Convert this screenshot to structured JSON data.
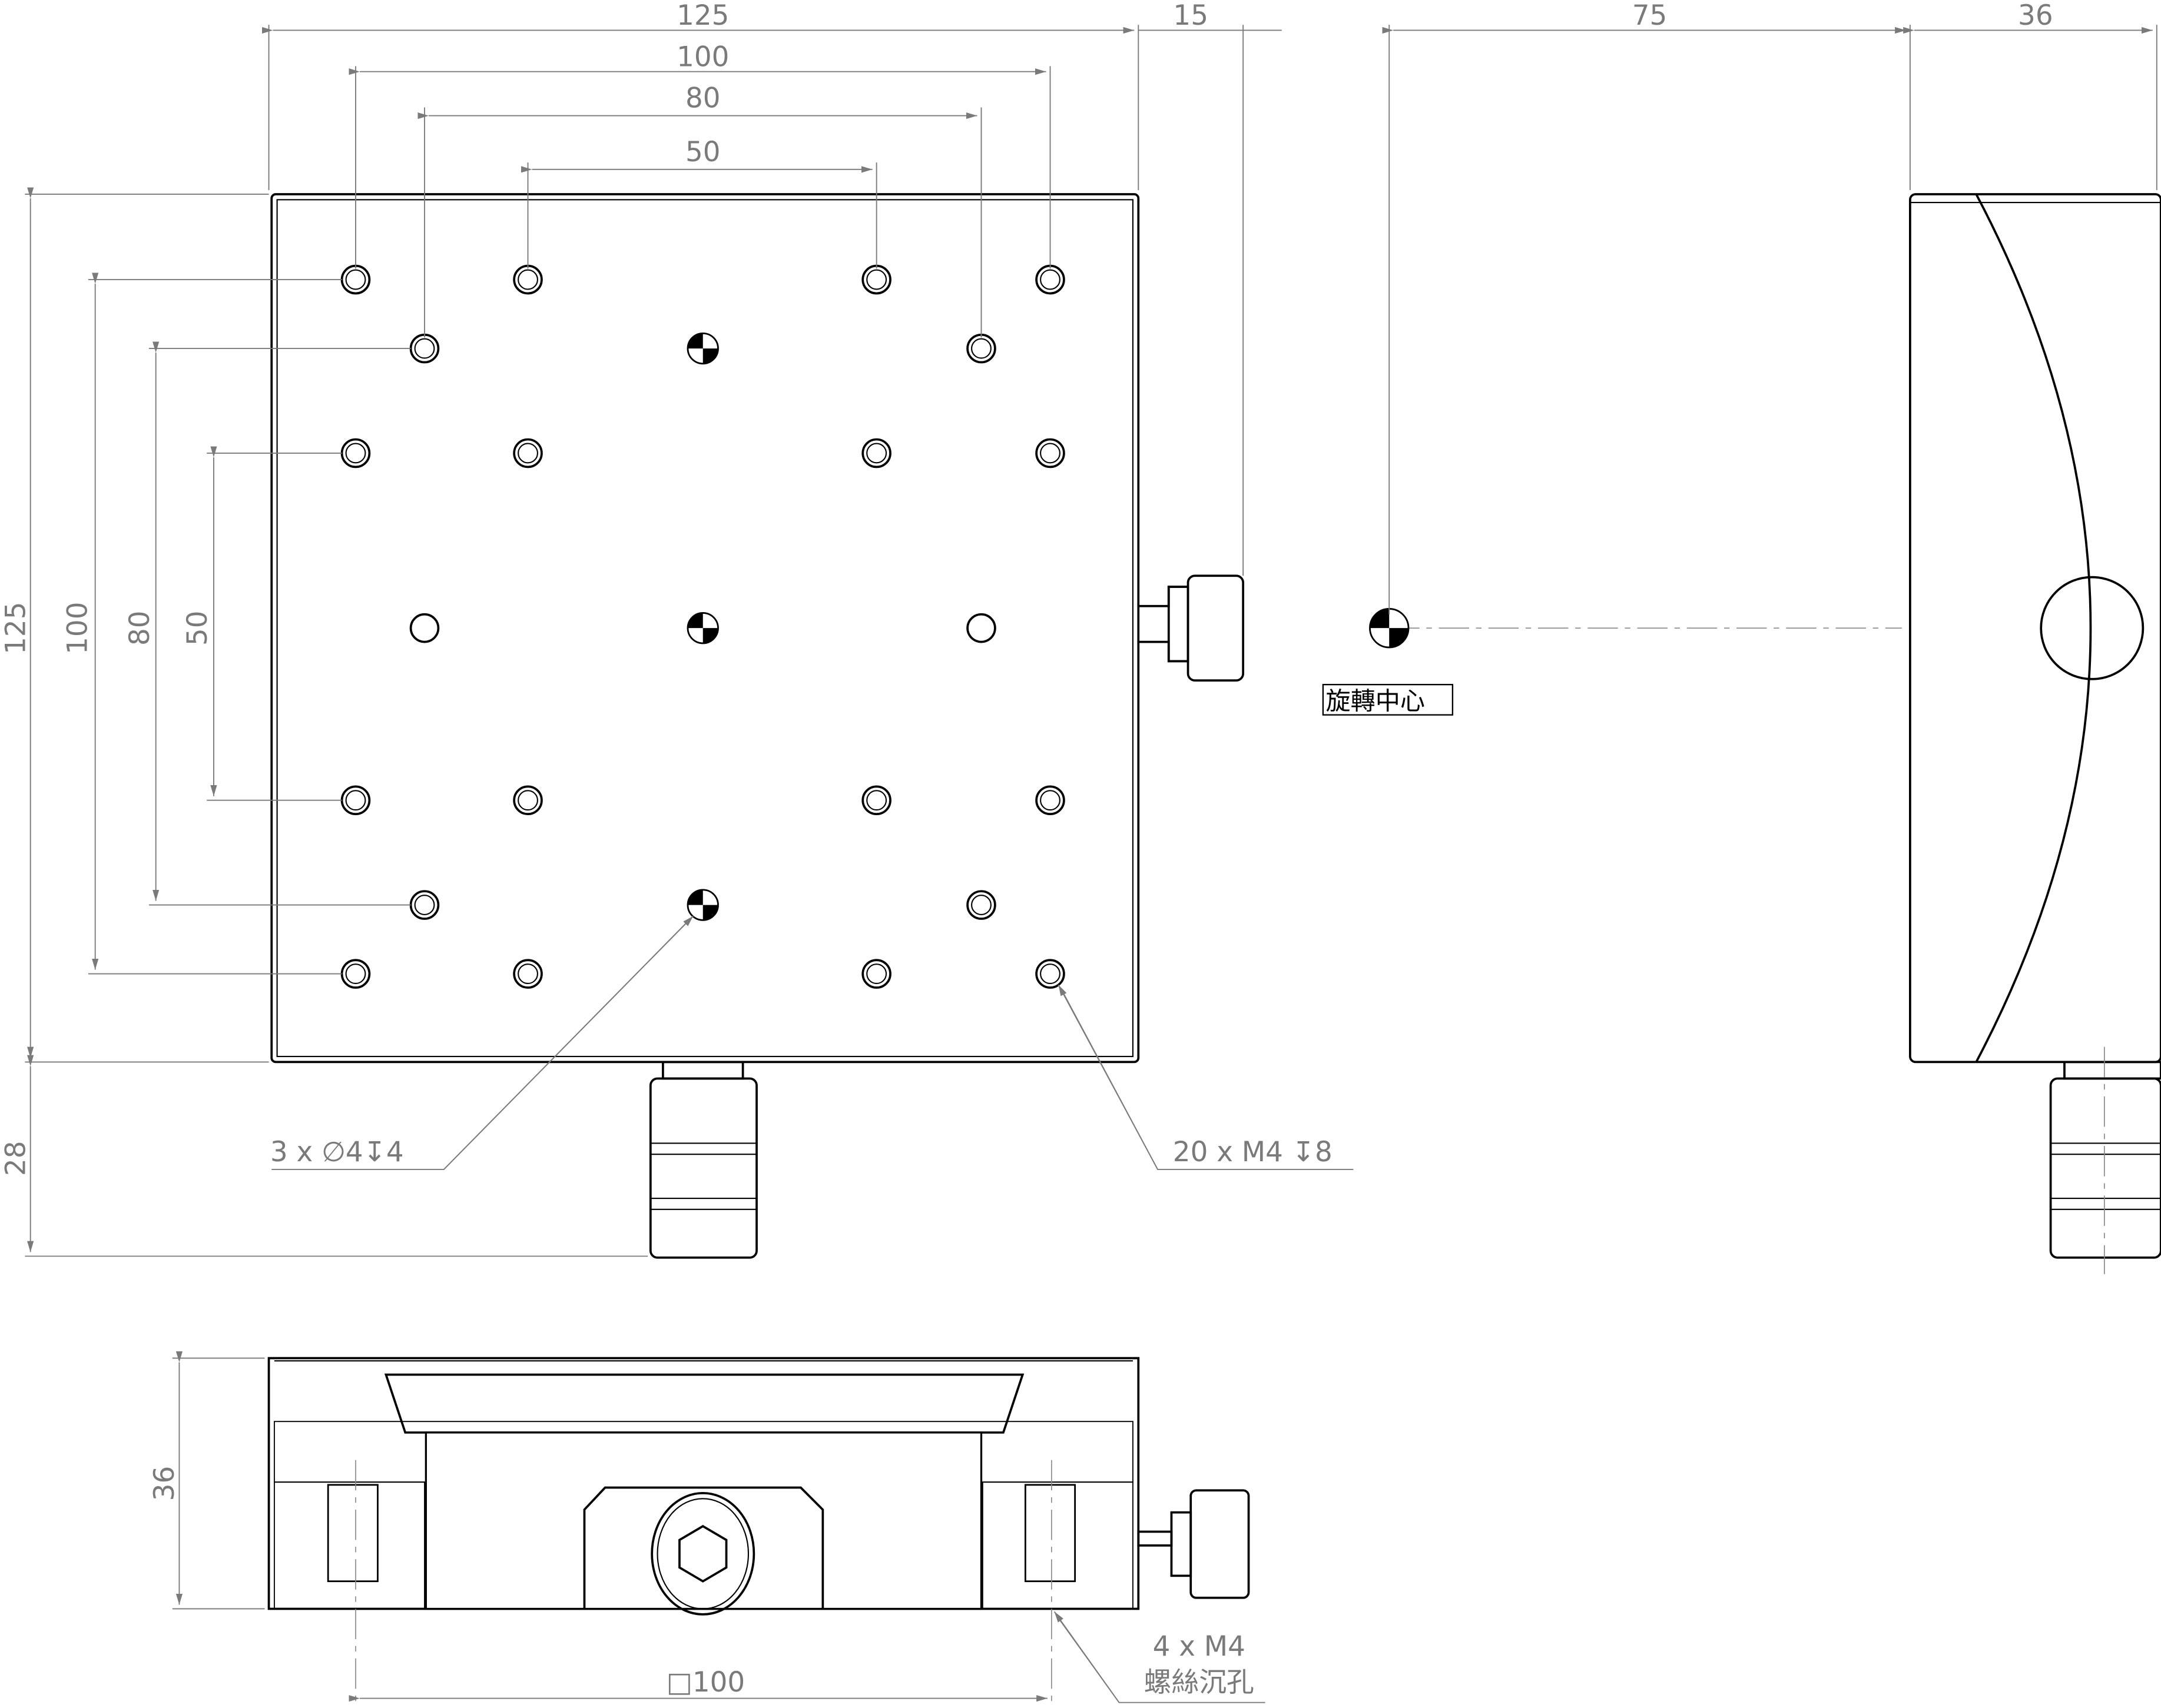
{
  "dimensions": {
    "top_width": "125",
    "knob_offset": "15",
    "hole_span_100": "100",
    "hole_span_80": "80",
    "hole_span_50": "50",
    "left_height": "125",
    "left_100": "100",
    "left_80": "80",
    "left_50": "50",
    "knob_bottom": "28",
    "side_center": "75",
    "side_thickness": "36",
    "section_height": "36",
    "section_square": "□100"
  },
  "callouts": {
    "dowel_holes": "3 x ∅4↧4",
    "tapped_holes": "20 x M4 ↧8",
    "counterbore_line1": "4 x M4",
    "counterbore_line2": "螺絲沉孔",
    "rotation_center": "旋轉中心"
  }
}
